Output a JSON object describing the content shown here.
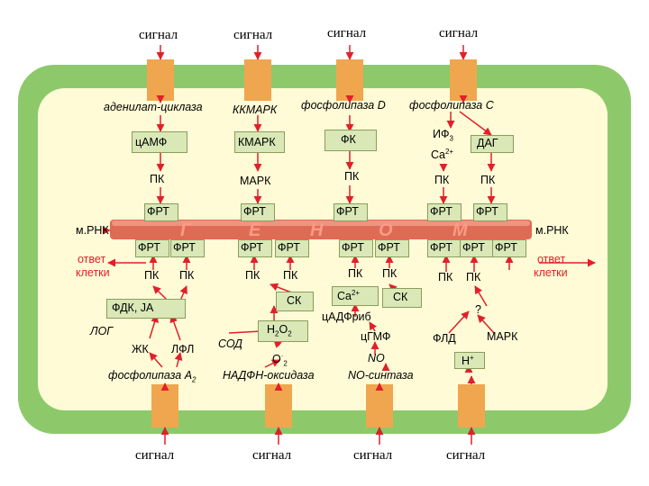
{
  "signals_top": [
    "сигнал",
    "сигнал",
    "сигнал",
    "сигнал"
  ],
  "signals_bottom": [
    "сигнал",
    "сигнал",
    "сигнал",
    "сигнал"
  ],
  "enzymes_top": {
    "adenylate_cyclase": "аденилат-циклаза",
    "kkmark": "ККМАРК",
    "phospholipase_d": "фосфолипаза D",
    "phospholipase_c": "фосфолипаза C"
  },
  "row1": {
    "camp": "цАМФ",
    "kmark": "КМАРК",
    "fk": "ФК",
    "if3": "ИФ",
    "if3_sub": "3",
    "ca": "Ca",
    "ca_sup": "2+",
    "dag": "ДАГ"
  },
  "row2": {
    "pk1": "ПК",
    "mark": "МАРК",
    "pk2": "ПК",
    "pk3": "ПК",
    "pk4": "ПК"
  },
  "frt_top": [
    "ФРТ",
    "ФРТ",
    "ФРТ",
    "ФРТ",
    "ФРТ"
  ],
  "genome_letters": [
    "Г",
    "Е",
    "Н",
    "О",
    "М"
  ],
  "mrna": [
    "м.РНК",
    "м.РНК"
  ],
  "frt_bottom": [
    "ФРТ",
    "ФРТ",
    "ФРТ",
    "ФРТ",
    "ФРТ",
    "ФРТ",
    "ФРТ",
    "ФРТ",
    "ФРТ"
  ],
  "response": [
    "ответ",
    "клетки",
    "ответ",
    "клетки"
  ],
  "pk_bottom": [
    "ПК",
    "ПК",
    "ПК",
    "ПК",
    "ПК",
    "ПК",
    "ПК",
    "ПК"
  ],
  "lower": {
    "sk1": "СК",
    "ca2": "Ca",
    "ca2_sup": "2+",
    "sk2": "СК",
    "question": "?",
    "fdk_ja": "ФДК, JA",
    "cadpr": "цАДФриб",
    "log": "ЛОГ",
    "h2o2_h": "H",
    "h2o2_2a": "2",
    "h2o2_o": "O",
    "h2o2_2b": "2",
    "sod": "СОД",
    "cgmp": "цГМФ",
    "fld": "ФЛД",
    "mark2": "МАРК",
    "zhk": "ЖК",
    "lfl": "ЛФЛ",
    "o2": "O",
    "o2_sup": "·",
    "o2_sub": "2",
    "no": "NO",
    "h_plus": "H",
    "h_sup": "+"
  },
  "enzymes_bottom": {
    "phospholipase_a2": "фосфолипаза A",
    "a2_sub": "2",
    "nadph_oxidase": "НАДФН-оксидаза",
    "no_synthase": "NO-синтаза"
  },
  "colors": {
    "cell_wall": "#8dc96a",
    "cytoplasm": "#fffbd6",
    "receptor": "#f0a64e",
    "genome": "#e06b54",
    "arrow": "#e0202a",
    "box": "#d9e8b6"
  }
}
